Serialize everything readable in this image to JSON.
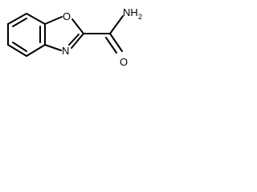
{
  "molecule": {
    "atoms": {
      "ring_oxygen": "O",
      "ring_nitrogen": "N",
      "carbonyl_oxygen": "O",
      "amide_nitrogen": "NH",
      "amide_hydrogen_count": "2"
    }
  },
  "colors": {
    "bond": "#000000",
    "background": "#ffffff"
  }
}
